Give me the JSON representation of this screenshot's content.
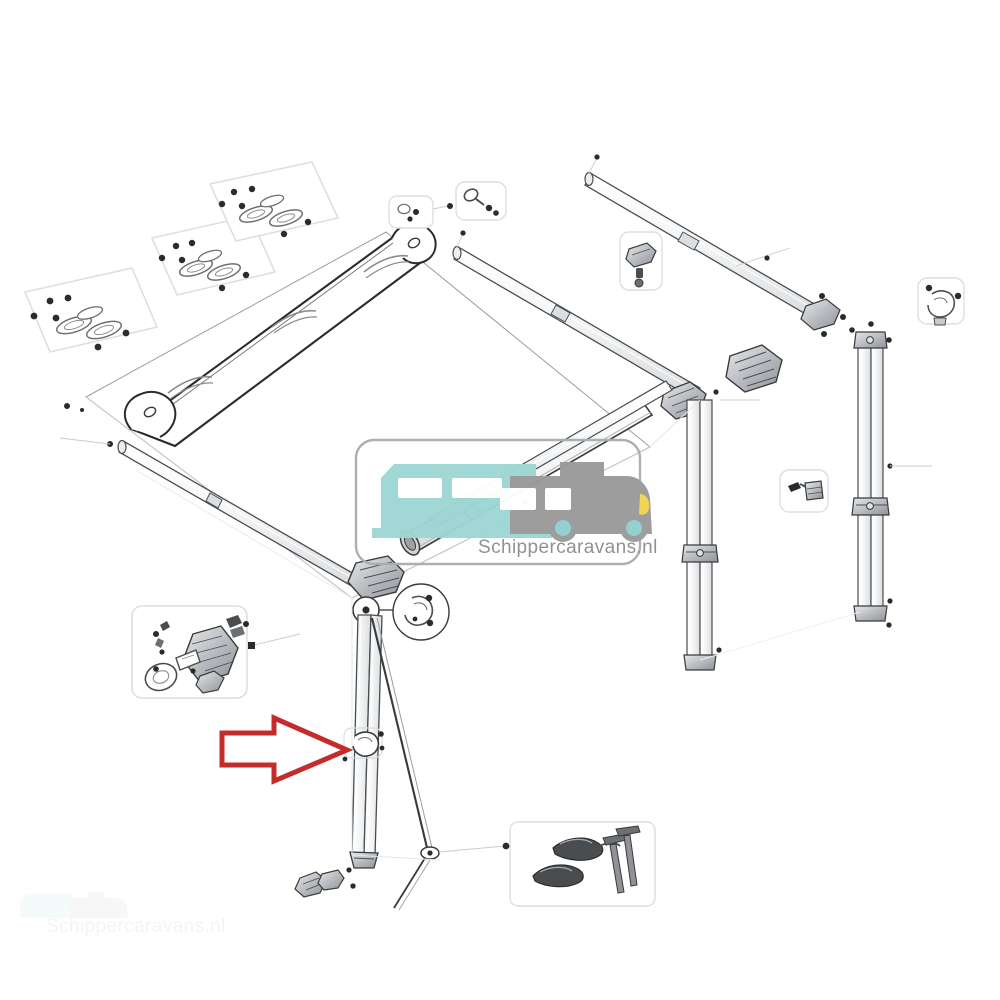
{
  "document": {
    "kind": "exploded-parts-diagram",
    "subject": "Caravan / motorhome roll-out awning assembly",
    "background_color": "#ffffff",
    "line_color": "#3a3a3a",
    "light_line_color": "#c9cccf"
  },
  "watermark": {
    "text": "Schippercaravans.nl",
    "text_color": "#8c8f92",
    "ghost_text_color": "#e9eced",
    "logo_box": {
      "border_color": "#a9aeb1",
      "fill": "#ffffff",
      "corner_radius": 18
    },
    "caravan_color": "#9ed6d4",
    "van_color": "#9a9a9a",
    "headlight_color": "#f2d54e",
    "wheel_hub_color": "#8fd0cf"
  },
  "annotation": {
    "arrow": {
      "name": "red-callout-arrow",
      "direction": "right",
      "style": "outline",
      "color": "#c42b2b",
      "stroke_width": 5,
      "points_at": "leg-clamp-knob"
    }
  },
  "assembly": {
    "canopy": {
      "label": "awning fabric and lead rail",
      "fill": "#ffffff",
      "stroke": "#2b2b2b"
    },
    "roller_tube": {
      "label": "roller tube"
    },
    "lead_rail": {
      "label": "lead rail / front bar"
    },
    "rafter_arm_upper": {
      "label": "telescopic rafter arm upper"
    },
    "rafter_arm_lower": {
      "label": "telescopic rafter arm lower"
    },
    "support_leg_front": {
      "label": "front support leg"
    },
    "support_leg_rear_left": {
      "label": "rear support leg left"
    },
    "support_leg_rear_right": {
      "label": "rear support leg right"
    },
    "tension_rafter": {
      "label": "tension rafter / guy strut"
    },
    "knuckle_joints": {
      "label": "leg knuckle joints"
    }
  },
  "detail_boxes": [
    {
      "id": "db-bracket-1",
      "shape": "parallelogram",
      "contents": "wall mounting brackets and screws"
    },
    {
      "id": "db-bracket-2",
      "shape": "parallelogram",
      "contents": "wall mounting brackets and screws"
    },
    {
      "id": "db-bracket-3",
      "shape": "parallelogram",
      "contents": "wall mounting brackets and screws"
    },
    {
      "id": "db-fastener-small",
      "shape": "rounded-rect",
      "contents": "small fastener"
    },
    {
      "id": "db-fastener-screw",
      "shape": "rounded-rect",
      "contents": "eyelet and screw"
    },
    {
      "id": "db-clamp-top-right",
      "shape": "rounded-rect",
      "contents": "rail end clamp"
    },
    {
      "id": "db-knob-right",
      "shape": "rounded-rect",
      "contents": "locking knob and clamp block"
    },
    {
      "id": "db-rafter-clamp",
      "shape": "rounded-rect",
      "contents": "rafter clamp with bolt"
    },
    {
      "id": "db-gear-kit",
      "shape": "rounded-rect",
      "contents": "drive gear, end cap, spring and knobs"
    },
    {
      "id": "db-pegs",
      "shape": "rounded-rect",
      "contents": "guy lines and ground pegs"
    },
    {
      "id": "db-circle-detail",
      "shape": "circle",
      "contents": "leg pivot detail enlargement"
    }
  ]
}
